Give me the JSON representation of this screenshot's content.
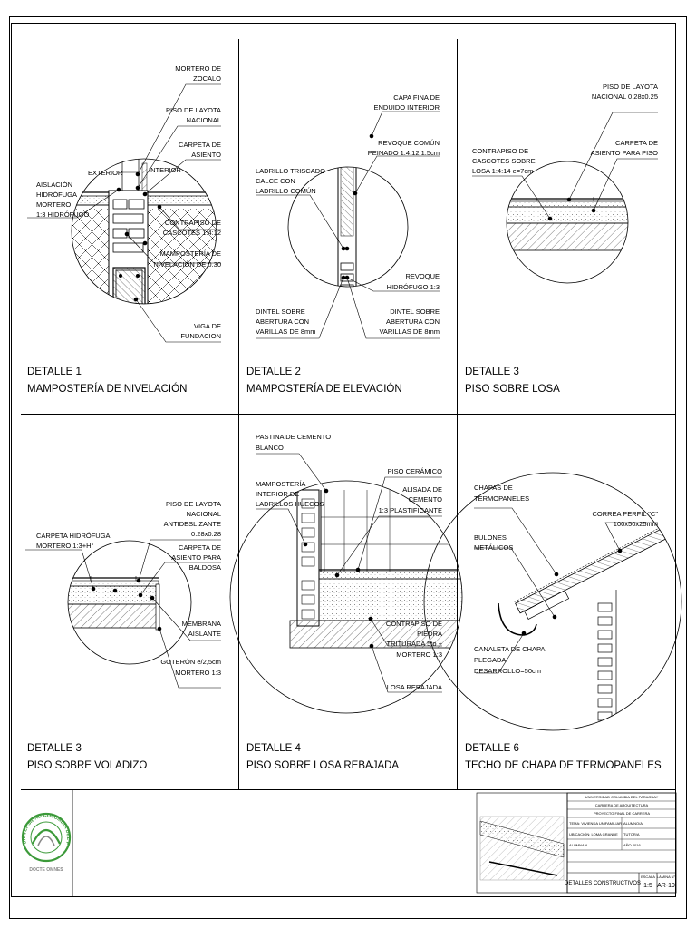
{
  "sheet": {
    "name": "AR-19",
    "scale": "1:5"
  },
  "details": [
    {
      "number_label": "DETALLE 1",
      "title": "MAMPOSTERÍA DE NIVELACIÓN",
      "labels": {
        "a": [
          "MORTERO DE",
          "ZOCALO"
        ],
        "b": [
          "PISO DE LAYOTA",
          "NACIONAL"
        ],
        "c": [
          "CARPETA DE",
          "ASIENTO"
        ],
        "d": "INTERIOR",
        "e": "EXTERIOR",
        "f": [
          "AISLACIÓN",
          "HIDRÓFUGA",
          "MORTERO",
          "1:3 HIDRÓFUGO"
        ],
        "g": [
          "CONTRAPISO DE",
          "CASCOTES 1:4:12"
        ],
        "h": [
          "MAMPOSTERÍA DE",
          "NIVELACIÓN DE 0.30"
        ],
        "i": [
          "VIGA DE",
          "FUNDACION"
        ]
      }
    },
    {
      "number_label": "DETALLE 2",
      "title": "MAMPOSTERÍA DE ELEVACIÓN",
      "labels": {
        "a": [
          "CAPA FINA DE",
          "ENDUIDO INTERIOR"
        ],
        "b": [
          "REVOQUE COMÚN",
          "PEINADO 1:4:12 1.5cm"
        ],
        "c": [
          "LADRILLO TRISCADO",
          "CALCE CON",
          "LADRILLO COMÚN"
        ],
        "d": [
          "REVOQUE",
          "HIDRÓFUGO 1:3"
        ],
        "e": [
          "DINTEL SOBRE",
          "ABERTURA CON",
          "VARILLAS DE 8mm"
        ],
        "f": [
          "DINTEL SOBRE",
          "ABERTURA CON",
          "VARILLAS DE 8mm"
        ]
      }
    },
    {
      "number_label": "DETALLE 3",
      "title": "PISO SOBRE LOSA",
      "labels": {
        "a": [
          "PISO DE LAYOTA",
          "NACIONAL 0.28x0.25"
        ],
        "b": [
          "CARPETA DE",
          "ASIENTO PARA PISO"
        ],
        "c": [
          "CONTRAPISO DE",
          "CASCOTES SOBRE",
          "LOSA 1:4:14 e=7cm"
        ]
      }
    },
    {
      "number_label": "DETALLE 3",
      "title": "PISO SOBRE VOLADIZO",
      "labels": {
        "a": [
          "PISO DE LAYOTA",
          "NACIONAL",
          "ANTIDESLIZANTE",
          "0.28x0.28"
        ],
        "b": [
          "CARPETA HIDRÓFUGA",
          "MORTERO 1:3+H°"
        ],
        "c": [
          "CARPETA DE",
          "ASIENTO PARA",
          "BALDOSA"
        ],
        "d": [
          "MEMBRANA",
          "AISLANTE"
        ],
        "e": [
          "GOTERÓN e/2,5cm",
          "MORTERO 1:3"
        ]
      }
    },
    {
      "number_label": "DETALLE 4",
      "title": "PISO SOBRE LOSA REBAJADA",
      "labels": {
        "a": [
          "PASTINA DE CEMENTO",
          "BLANCO"
        ],
        "b": "PISO CERÁMICO",
        "c": [
          "MAMPOSTERÍA",
          "INTERIOR DE",
          "LADRILLOS HUECOS"
        ],
        "d": [
          "ALISADA DE",
          "CEMENTO",
          "1:3 PLASTIFICANTE"
        ],
        "e": [
          "CONTRAPISO DE",
          "PIEDRA",
          "TRITURADA 5to +",
          "MORTERO 1:3"
        ],
        "f": "LOSA REBAJADA"
      }
    },
    {
      "number_label": "DETALLE 6",
      "title": "TECHO DE CHAPA DE TERMOPANELES",
      "labels": {
        "a": [
          "CHAPAS DE",
          "TERMOPANELES"
        ],
        "b": [
          "CORREA PERFIL \"C\"",
          "100x50x25mm"
        ],
        "c": [
          "BULONES",
          "METÁLICOS"
        ],
        "d": [
          "CANALETA DE CHAPA",
          "PLEGADA",
          "DESARROLLO=50cm"
        ]
      }
    }
  ],
  "logo": {
    "ring_text": "UNIVERSIDAD COLUMBIA DEL PARAGUAY",
    "motto": "DOCTE OMNES"
  },
  "title_block": {
    "rows": [
      "UNIVERSIDAD COLUMBIA DEL PARAGUAY",
      "CARRERA DE ARQUITECTURA",
      "PROYECTO FINAL DE CARRERA"
    ],
    "fields": [
      [
        "TEMA: VIVIENDA UNIFAMILIAR",
        "ALUMNO/A"
      ],
      [
        "UBICACIÓN: LOMA GRANDE",
        "TUTOR/A"
      ],
      [
        "ALUMNA/A",
        "AÑO 2016"
      ]
    ],
    "sheet_title": "DETALLES CONSTRUCTIVOS",
    "scale_label": "ESCALA",
    "scale": "1:5",
    "sheet_label": "LÁMINA N°",
    "sheet_number": "AR-19"
  },
  "colors": {
    "line": "#000000",
    "logo_green": "#3c9a3a",
    "logo_grey": "#888888"
  }
}
